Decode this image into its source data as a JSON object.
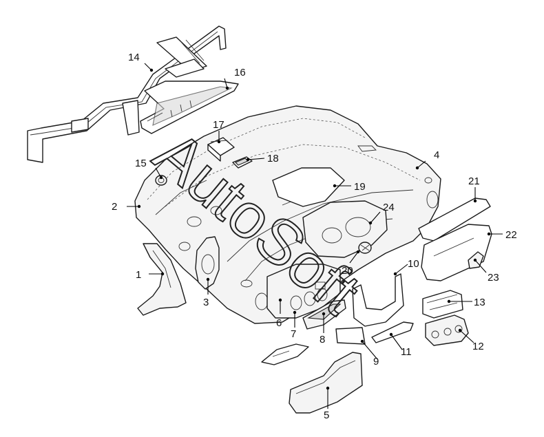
{
  "watermark": {
    "text": "AutoSoft"
  },
  "callouts": [
    {
      "id": "c1",
      "label": "1"
    },
    {
      "id": "c2",
      "label": "2"
    },
    {
      "id": "c3",
      "label": "3"
    },
    {
      "id": "c4",
      "label": "4"
    },
    {
      "id": "c5",
      "label": "5"
    },
    {
      "id": "c6",
      "label": "6"
    },
    {
      "id": "c7",
      "label": "7"
    },
    {
      "id": "c8",
      "label": "8"
    },
    {
      "id": "c9",
      "label": "9"
    },
    {
      "id": "c10",
      "label": "10"
    },
    {
      "id": "c11",
      "label": "11"
    },
    {
      "id": "c12",
      "label": "12"
    },
    {
      "id": "c13",
      "label": "13"
    },
    {
      "id": "c14",
      "label": "14"
    },
    {
      "id": "c15",
      "label": "15"
    },
    {
      "id": "c16",
      "label": "16"
    },
    {
      "id": "c17",
      "label": "17"
    },
    {
      "id": "c18",
      "label": "18"
    },
    {
      "id": "c19",
      "label": "19"
    },
    {
      "id": "c20",
      "label": "20"
    },
    {
      "id": "c21",
      "label": "21"
    },
    {
      "id": "c22",
      "label": "22"
    },
    {
      "id": "c23",
      "label": "23"
    },
    {
      "id": "c24",
      "label": "24"
    }
  ]
}
